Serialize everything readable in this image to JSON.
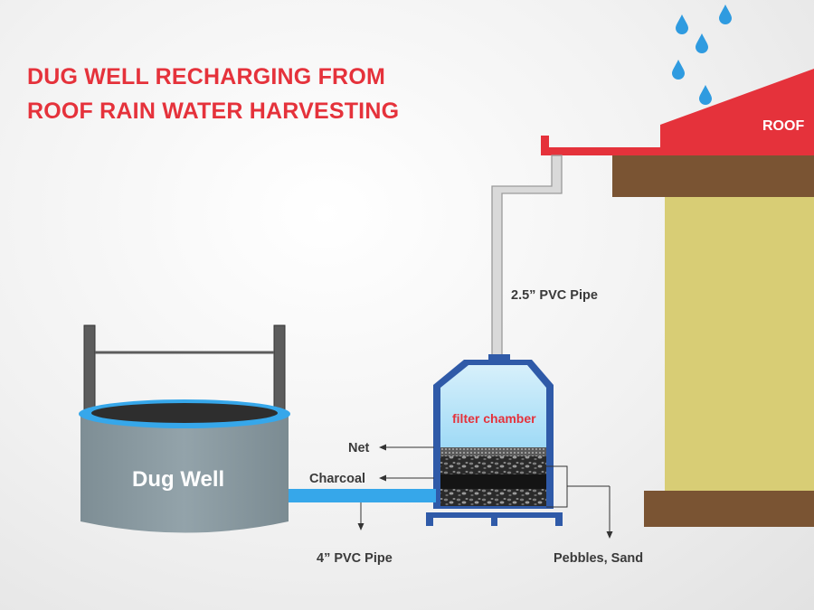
{
  "title": {
    "line1": "DUG WELL RECHARGING FROM",
    "line2": "ROOF RAIN WATER HARVESTING"
  },
  "labels": {
    "roof": "ROOF",
    "pvc_pipe_small": "2.5” PVC Pipe",
    "filter_chamber": "filter chamber",
    "net": "Net",
    "charcoal": "Charcoal",
    "dug_well": "Dug Well",
    "pvc_pipe_large": "4” PVC Pipe",
    "pebbles_sand": "Pebbles, Sand"
  },
  "colors": {
    "title": "#e5323b",
    "roof": "#e5323b",
    "water": "#3aa6e6",
    "filter_frame": "#2f5aa8",
    "wall": "#d8cd75",
    "wood": "#7a5433",
    "well": "#8a9aa1"
  },
  "icons": [
    "raindrop-icon",
    "arrow-left-icon",
    "arrow-down-icon"
  ]
}
